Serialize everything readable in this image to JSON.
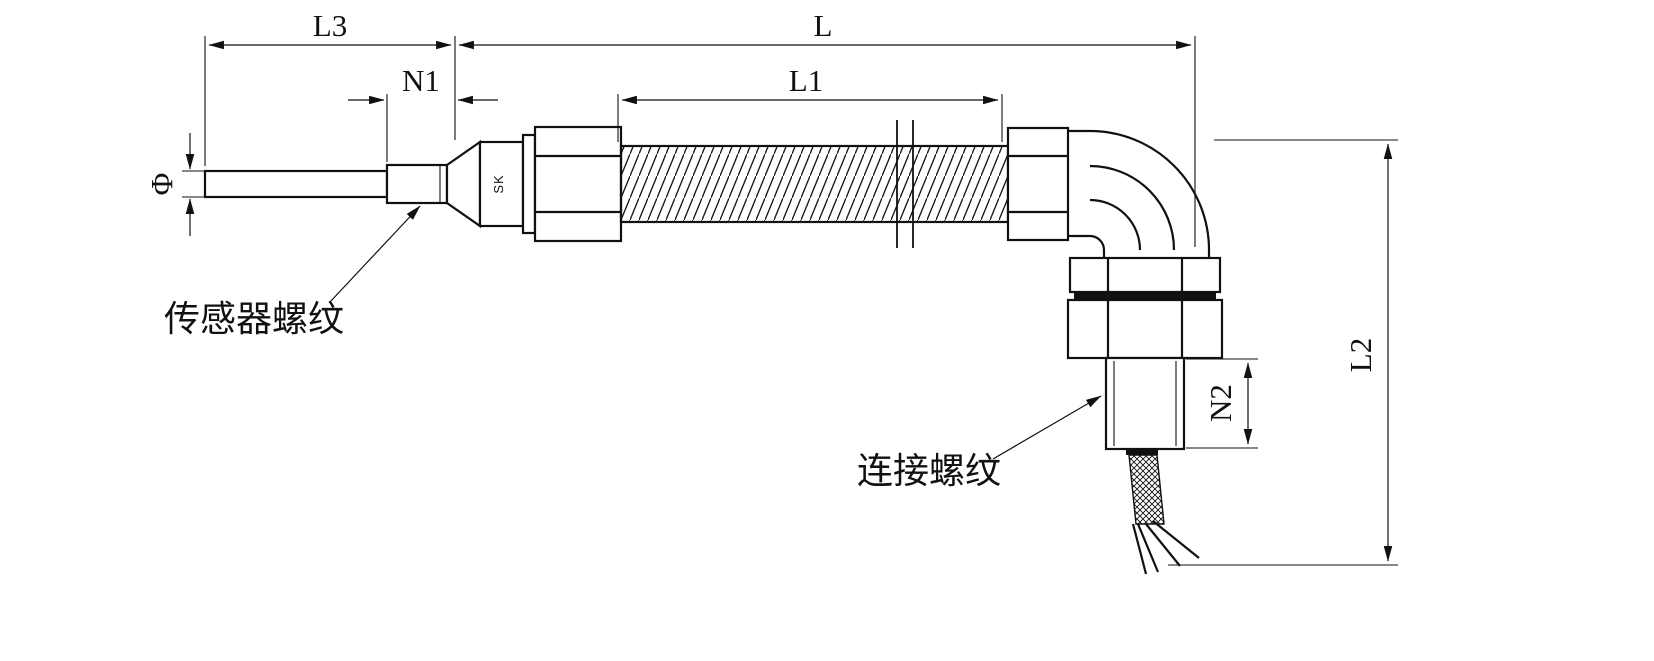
{
  "labels": {
    "l3": "L3",
    "l": "L",
    "n1": "N1",
    "l1": "L1",
    "phi": "Φ",
    "l2": "L2",
    "n2": "N2",
    "sk": "SK",
    "sensor_thread": "传感器螺纹",
    "connection_thread": "连接螺纹"
  },
  "colors": {
    "line": "#111111",
    "background": "#ffffff"
  }
}
